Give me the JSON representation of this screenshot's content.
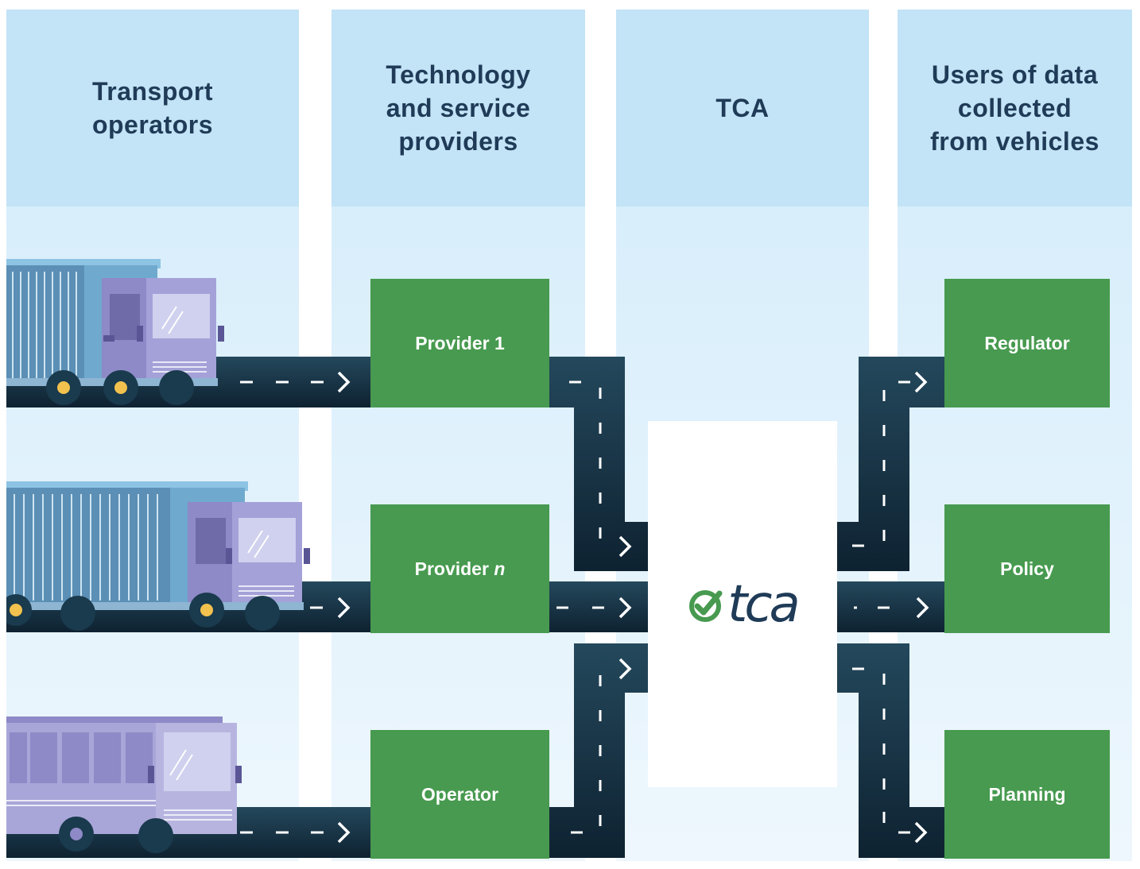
{
  "columns": [
    {
      "id": "transport-operators",
      "title": "Transport\noperators"
    },
    {
      "id": "technology-providers",
      "title": "Technology\nand service\nproviders"
    },
    {
      "id": "tca",
      "title": "TCA"
    },
    {
      "id": "users",
      "title": "Users of data\ncollected\nfrom vehicles"
    }
  ],
  "providers": {
    "provider_1": "Provider 1",
    "provider_n_prefix": "Provider ",
    "provider_n_var": "n",
    "operator": "Operator"
  },
  "users": {
    "regulator": "Regulator",
    "policy": "Policy",
    "planning": "Planning"
  },
  "logo": {
    "text": "tca",
    "check_color": "#479a4f",
    "text_color": "#1f3b57"
  },
  "vehicles": [
    {
      "type": "truck",
      "icon": "truck-icon"
    },
    {
      "type": "truck",
      "icon": "truck-icon"
    },
    {
      "type": "bus",
      "icon": "bus-icon"
    }
  ],
  "colors": {
    "header_bg": "#c3e3f6",
    "box_green": "#479a4f",
    "road_dark": "#1a3a4d",
    "title_text": "#1f3b57"
  }
}
